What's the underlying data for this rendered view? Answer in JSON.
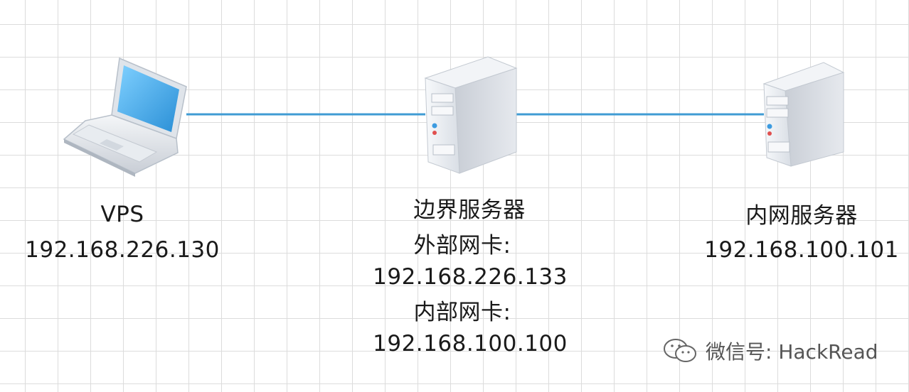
{
  "nodes": {
    "vps": {
      "name": "VPS",
      "ip": "192.168.226.130"
    },
    "edge_server": {
      "name": "边界服务器",
      "external_nic_label": "外部网卡:",
      "external_ip": "192.168.226.133",
      "internal_nic_label": "内部网卡:",
      "internal_ip": "192.168.100.100"
    },
    "intranet_server": {
      "name": "内网服务器",
      "ip": "192.168.100.101"
    }
  },
  "watermark": {
    "text": "微信号: HackRead",
    "icon": "wechat-icon"
  },
  "colors": {
    "link": "#3f9bd3",
    "screen": "#3ea6e6",
    "server_body": "#e9edf2"
  }
}
